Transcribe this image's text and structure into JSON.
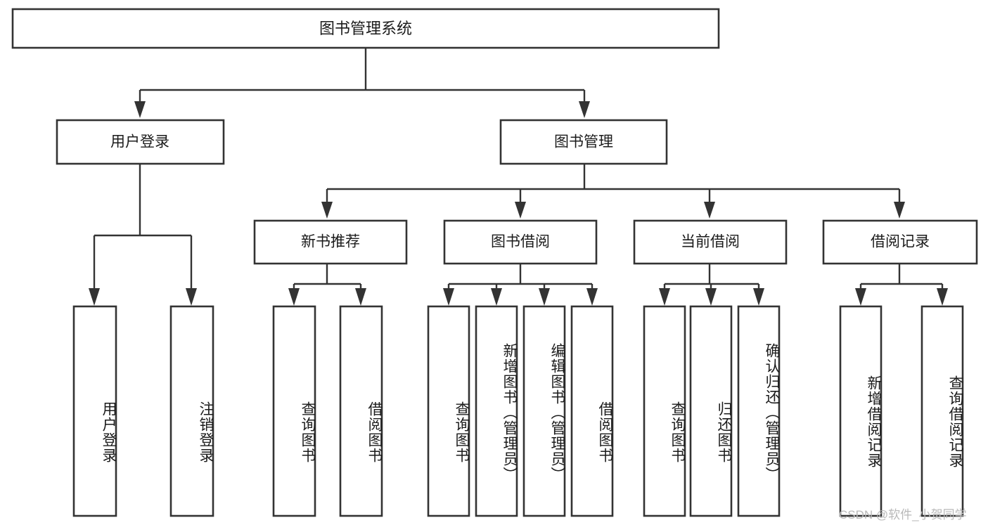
{
  "diagram": {
    "title_node": {
      "label": "图书管理系统"
    },
    "level2": [
      {
        "id": "user-login",
        "label": "用户登录"
      },
      {
        "id": "book-management",
        "label": "图书管理"
      }
    ],
    "level3": [
      {
        "id": "new-book-recommend",
        "label": "新书推荐"
      },
      {
        "id": "book-borrow",
        "label": "图书借阅"
      },
      {
        "id": "current-borrow",
        "label": "当前借阅"
      },
      {
        "id": "borrow-record",
        "label": "借阅记录"
      }
    ],
    "leaves": {
      "user_login": [
        {
          "id": "leaf-user-login",
          "label": "用户登录"
        },
        {
          "id": "leaf-logout-login",
          "label": "注销登录"
        }
      ],
      "new_book_recommend": [
        {
          "id": "leaf-query-book-1",
          "label": "查询图书"
        },
        {
          "id": "leaf-borrow-book-1",
          "label": "借阅图书"
        }
      ],
      "book_borrow": [
        {
          "id": "leaf-query-book-2",
          "label": "查询图书"
        },
        {
          "id": "leaf-add-book-admin",
          "label": "新增图书（管理员）"
        },
        {
          "id": "leaf-edit-book-admin",
          "label": "编辑图书（管理员）"
        },
        {
          "id": "leaf-borrow-book-2",
          "label": "借阅图书"
        }
      ],
      "current_borrow": [
        {
          "id": "leaf-query-book-3",
          "label": "查询图书"
        },
        {
          "id": "leaf-return-book",
          "label": "归还图书"
        },
        {
          "id": "leaf-confirm-return-admin",
          "label": "确认归还（管理员）"
        }
      ],
      "borrow_record": [
        {
          "id": "leaf-add-borrow-record",
          "label": "新增借阅记录"
        },
        {
          "id": "leaf-query-borrow-record",
          "label": "查询借阅记录"
        }
      ]
    }
  },
  "watermark": {
    "text": "CSDN @软件_小贺同学"
  },
  "colors": {
    "stroke": "#333333",
    "box_fill": "#ffffff",
    "text": "#1b1b1b",
    "watermark": "#b9b9b9"
  }
}
